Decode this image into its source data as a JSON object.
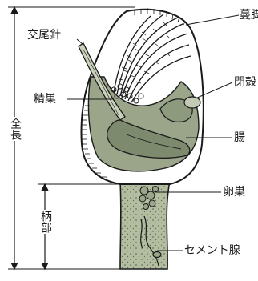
{
  "diagram": {
    "labels": {
      "cirri": "蔓脚",
      "penis": "交尾針",
      "testis": "精巣",
      "closing_muscle": "閉殻",
      "intestine": "腸",
      "ovary": "卵巣",
      "cement_gland": "セメント腺"
    },
    "measures": {
      "total_length": "全長",
      "peduncle": "柄部"
    },
    "colors": {
      "ink": "#1a1a1a",
      "tissue": "#9aa58a",
      "tissue_dark": "#7d8a6d",
      "stalk": "#b3bea1",
      "background": "#ffffff"
    }
  }
}
